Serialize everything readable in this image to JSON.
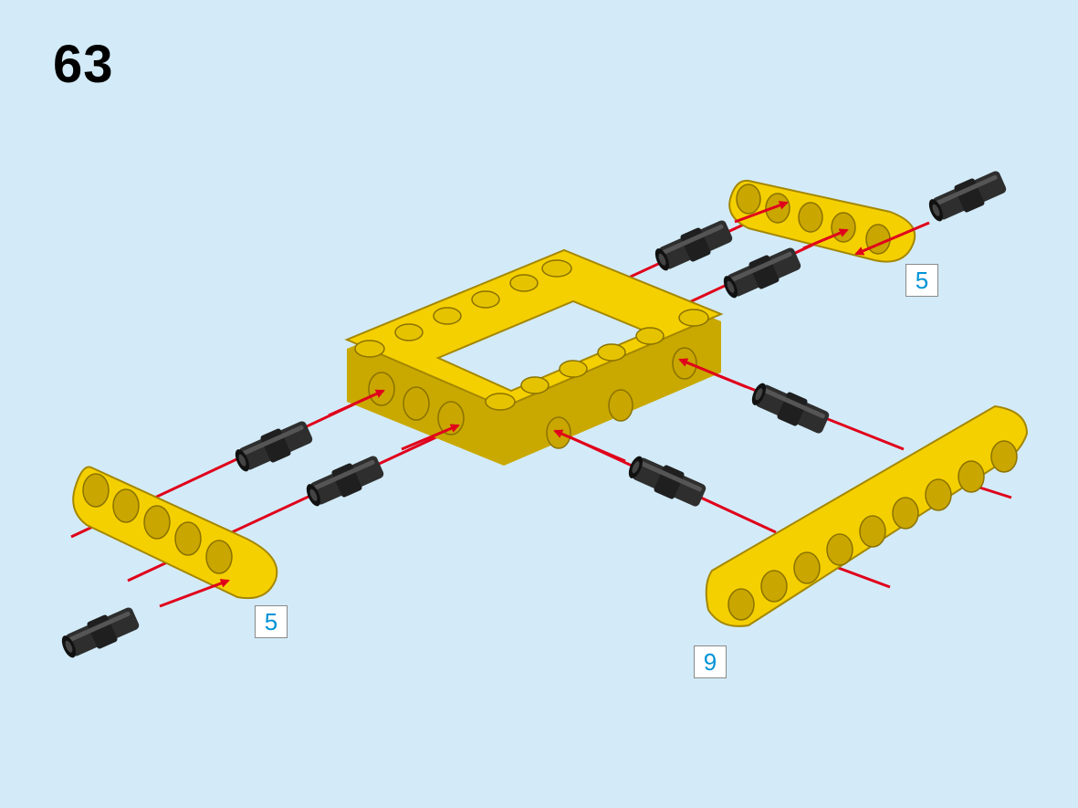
{
  "step": {
    "number": "63"
  },
  "parts": {
    "beam_top_right_count": "5",
    "beam_left_count": "5",
    "beam_bottom_right_count": "9"
  },
  "colors": {
    "background": "#d3ebf8",
    "beam_yellow": "#f5d000",
    "beam_shadow": "#c9a800",
    "pin_black": "#2a2a2a",
    "arrow_red": "#e0001b",
    "count_blue": "#0093d5"
  }
}
